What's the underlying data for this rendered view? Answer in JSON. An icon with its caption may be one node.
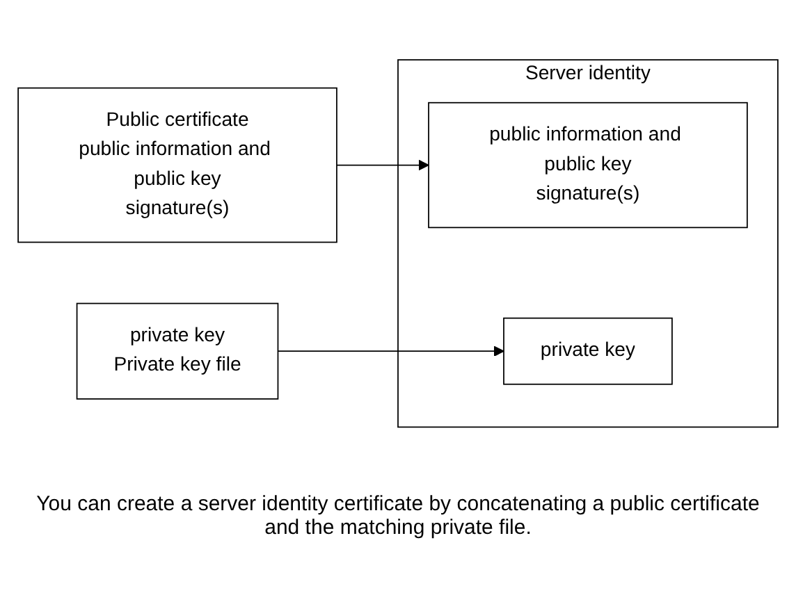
{
  "diagram": {
    "nodes": [
      {
        "text": [
          "Public certificate",
          "public information and public key",
          "signature(s)"
        ]
      },
      {
        "text": [
          "private key",
          "Private key file"
        ]
      },
      {
        "text": [
          "Server identity"
        ]
      },
      {
        "text": [
          "public information and public key",
          "signature(s)"
        ],
        "in": 2
      },
      {
        "text": [
          "private key"
        ],
        "in": 2
      }
    ],
    "edges": [
      {
        "from": 0,
        "to": 3,
        "arrow": "to"
      },
      {
        "from": 1,
        "to": 4,
        "arrow": "to"
      }
    ],
    "labels": [
      "You can create a server identity certificate by concatenating a public certificate and the matching private file."
    ]
  }
}
